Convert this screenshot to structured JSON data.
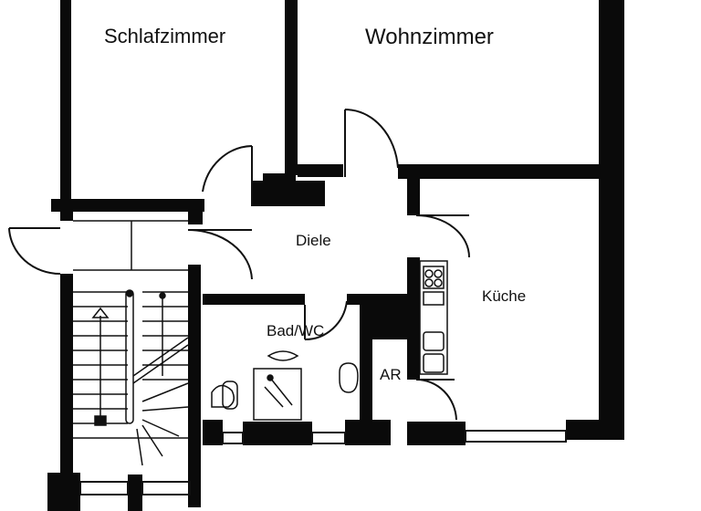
{
  "floorplan": {
    "rooms": {
      "schlafzimmer": "Schlafzimmer",
      "wohnzimmer": "Wohnzimmer",
      "diele": "Diele",
      "kueche": "Küche",
      "bad_wc": "Bad/WC",
      "ar": "AR"
    },
    "colors": {
      "wall": "#0a0a0a",
      "background": "#ffffff",
      "line": "#111111"
    }
  }
}
